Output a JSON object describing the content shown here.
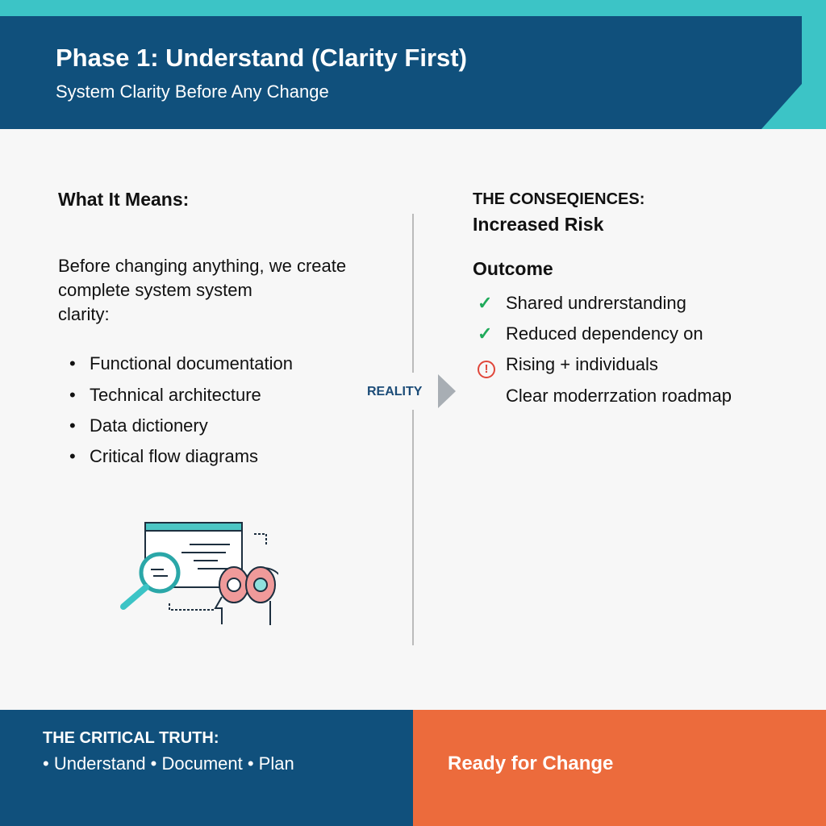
{
  "header": {
    "title": "Phase 1: Understand (Clarity First)",
    "subtitle": "System Clarity Before Any Change"
  },
  "left": {
    "heading": "What It Means:",
    "intro_lines": [
      "Before changing anything, we create",
      "complete system system",
      "clarity:"
    ],
    "bullets": [
      "Functional documentation",
      "Technical architecture",
      "Data dictionery",
      "Critical flow diagrams"
    ]
  },
  "divider": {
    "label": "REALITY"
  },
  "right": {
    "heading1": "THE CONSEQIENCES:",
    "heading2": "Increased Risk",
    "outcome_title": "Outcome",
    "items": [
      {
        "icon": "check-icon",
        "text": "Shared undrerstanding"
      },
      {
        "icon": "check-icon",
        "text": "Reduced dependency on"
      },
      {
        "icon": "warning-icon",
        "text": "Rising + individuals"
      },
      {
        "icon": "",
        "text": "Clear moderrzation roadmap"
      }
    ]
  },
  "footer": {
    "left_title": "THE CRITICAL TRUTH:",
    "left_text": "• Understand • Document • Plan",
    "right_text": "Ready for Change"
  },
  "colors": {
    "navy": "#10507c",
    "teal": "#3cc4c6",
    "orange": "#ec6b3c",
    "green": "#1faa5a",
    "red": "#e0463a"
  }
}
